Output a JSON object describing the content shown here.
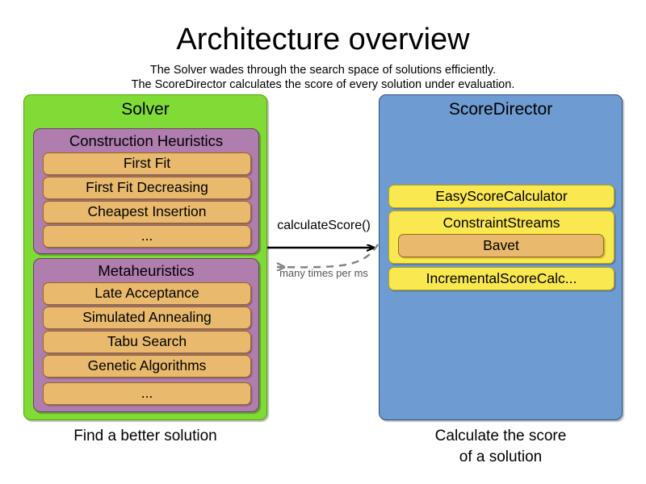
{
  "header": {
    "title": "Architecture overview",
    "subtitle_line_1": "The Solver wades through the search space of solutions efficiently.",
    "subtitle_line_2": "The ScoreDirector calculates the score of every solution under evaluation."
  },
  "solver": {
    "title": "Solver",
    "caption": "Find a better solution",
    "panel_color": "#80DB36",
    "groups": [
      {
        "title": "Construction Heuristics",
        "color": "#AF7DAE",
        "items": [
          {
            "label": "First Fit",
            "color": "#E9BA6D"
          },
          {
            "label": "First Fit Decreasing",
            "color": "#E9BA6D"
          },
          {
            "label": "Cheapest Insertion",
            "color": "#E9BA6D"
          },
          {
            "label": "...",
            "color": "#E9BA6D"
          }
        ]
      },
      {
        "title": "Metaheuristics",
        "color": "#AF7DAE",
        "items": [
          {
            "label": "Late Acceptance",
            "color": "#E9BA6D"
          },
          {
            "label": "Simulated Annealing",
            "color": "#E9BA6D"
          },
          {
            "label": "Tabu Search",
            "color": "#E9BA6D"
          },
          {
            "label": "Genetic Algorithms",
            "color": "#E9BA6D"
          },
          {
            "label": "...",
            "color": "#E9BA6D"
          }
        ]
      }
    ]
  },
  "scoredirector": {
    "title": "ScoreDirector",
    "caption_line_1": "Calculate the score",
    "caption_line_2": "of a solution",
    "panel_color": "#6E9BD2",
    "items": [
      {
        "label": "EasyScoreCalculator",
        "color": "#FAE850"
      },
      {
        "label": "ConstraintStreams",
        "color": "#FAE850",
        "children": [
          {
            "label": "Bavet",
            "color": "#E9BA6D"
          }
        ]
      },
      {
        "label": "IncrementalScoreCalc...",
        "color": "#FAE850"
      }
    ]
  },
  "arrows": [
    {
      "label": "calculateScore()",
      "style": "solid",
      "direction": "right",
      "color": "#000000"
    },
    {
      "label": "many times per ms",
      "style": "dashed",
      "direction": "left",
      "color": "#808080"
    }
  ]
}
